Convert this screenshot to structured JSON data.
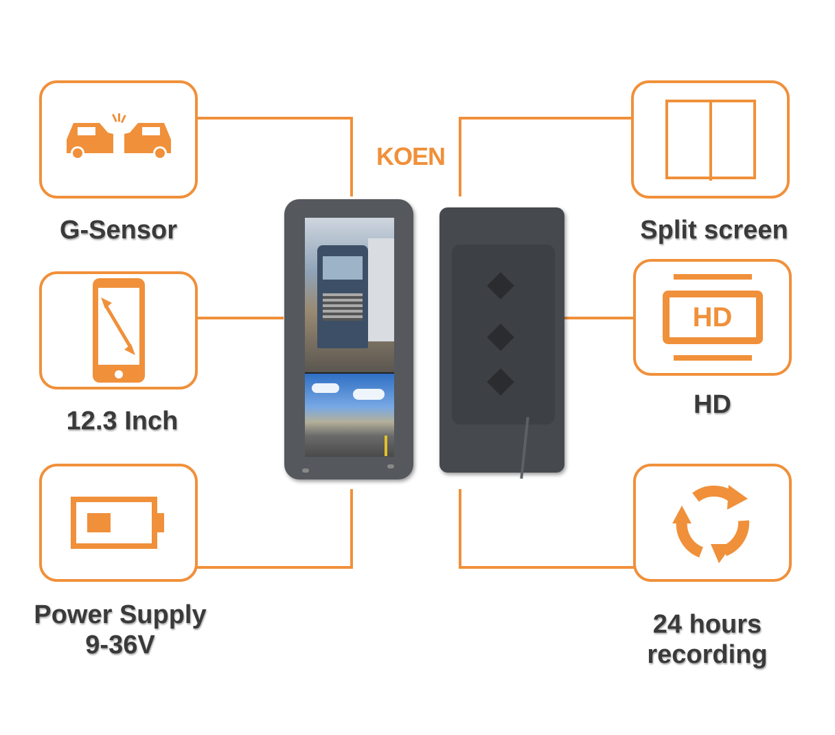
{
  "brand": "KOEN",
  "features": {
    "g_sensor": {
      "label": "G-Sensor",
      "icon": "car-collision-icon"
    },
    "size": {
      "label": "12.3 Inch",
      "icon": "phone-diagonal-icon"
    },
    "power": {
      "label_line1": "Power Supply",
      "label_line2": "9-36V",
      "icon": "battery-icon"
    },
    "split": {
      "label": "Split screen",
      "icon": "split-screen-icon"
    },
    "hd": {
      "label": "HD",
      "badge": "HD",
      "icon": "hd-icon"
    },
    "recording": {
      "label_line1": "24 hours",
      "label_line2": "recording",
      "icon": "recycle-arrows-icon"
    }
  },
  "colors": {
    "accent": "#f0903a",
    "text": "#3a3a3a",
    "device": "#4a4d52"
  }
}
